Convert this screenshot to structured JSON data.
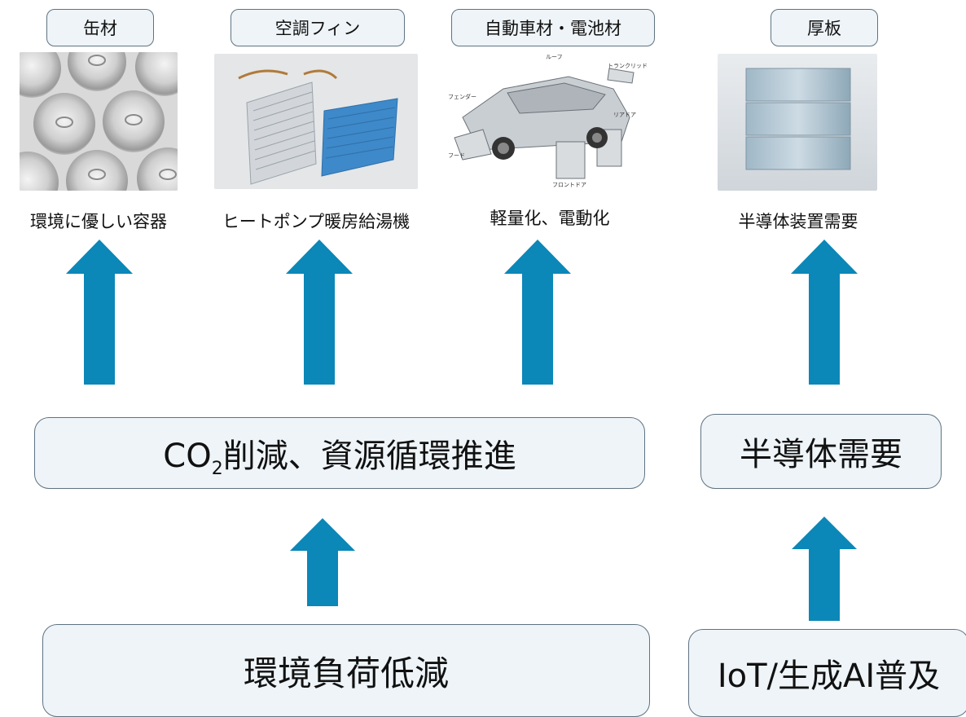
{
  "categories": [
    {
      "tag": "缶材",
      "caption": "環境に優しい容器",
      "image_icon": "cans-photo"
    },
    {
      "tag": "空調フィン",
      "caption": "ヒートポンプ暖房給湯機",
      "image_icon": "heat-exchanger-photo"
    },
    {
      "tag": "自動車材・電池材",
      "caption": "軽量化、電動化",
      "image_icon": "car-body-diagram",
      "car_labels": [
        "ルーフ",
        "トランクリッド",
        "フェンダー",
        "リアドア",
        "フード",
        "フロントドア"
      ]
    },
    {
      "tag": "厚板",
      "caption": "半導体装置需要",
      "image_icon": "aluminum-plates-photo"
    }
  ],
  "middle": {
    "left": {
      "prefix": "CO",
      "subscript": "2",
      "suffix": "削減、資源循環推進"
    },
    "right": "半導体需要"
  },
  "bottom": {
    "left": "環境負荷低減",
    "right": "IoT/生成AI普及"
  },
  "colors": {
    "arrow": "#0b87b8",
    "box_fill": "#eef4f8",
    "box_border": "#5f7382"
  }
}
